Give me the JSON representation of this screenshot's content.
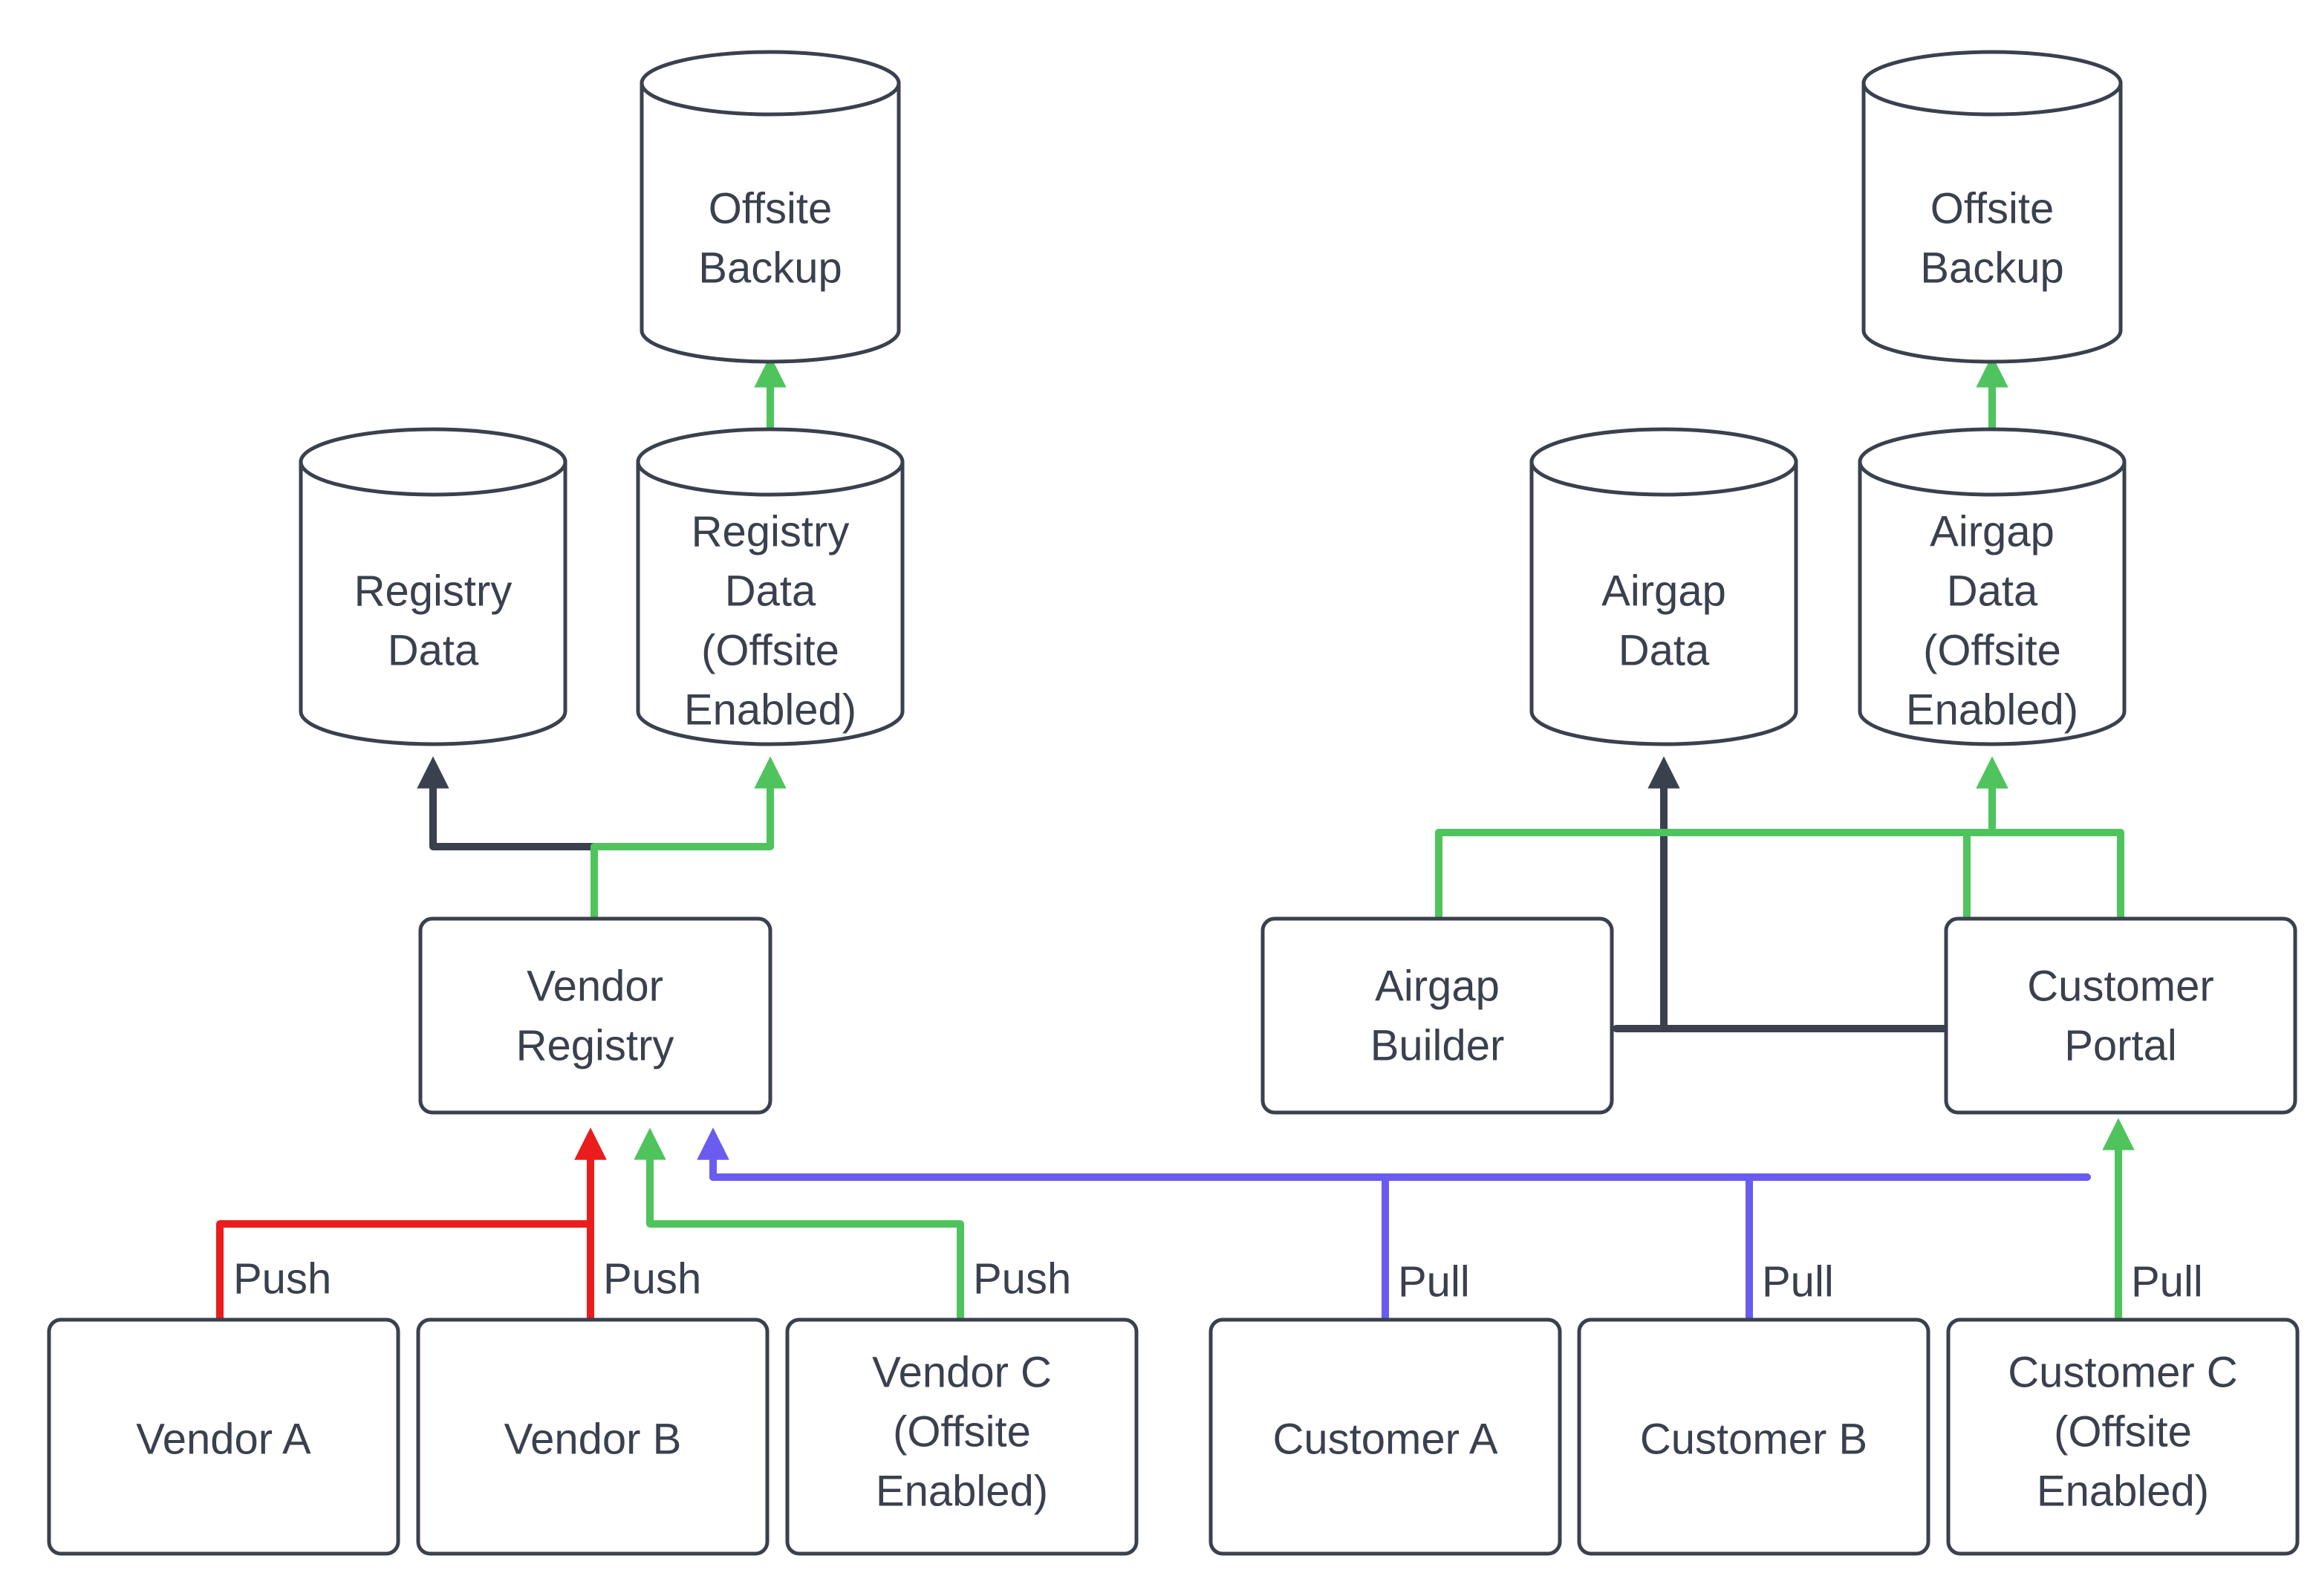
{
  "diagram": {
    "type": "flowchart",
    "title": "Vendor Registry and Customer Portal data flow with offsite backup",
    "colors": {
      "node_stroke": "#3a404e",
      "node_fill": "#ffffff",
      "text": "#3a404e",
      "flow_green": "#4fc45d",
      "flow_dark": "#3a404e",
      "flow_red": "#ea1c1c",
      "flow_blue": "#6a5cf0",
      "background": "#ffffff"
    },
    "nodes": {
      "offsite_backup_left": {
        "label": "Offsite\nBackup",
        "line1": "Offsite",
        "line2": "Backup",
        "shape": "cylinder"
      },
      "offsite_backup_right": {
        "label": "Offsite\nBackup",
        "line1": "Offsite",
        "line2": "Backup",
        "shape": "cylinder"
      },
      "registry_data": {
        "line1": "Registry",
        "line2": "Data",
        "shape": "cylinder"
      },
      "registry_data_offsite": {
        "line1": "Registry",
        "line2": "Data",
        "line3": "(Offsite",
        "line4": "Enabled)",
        "shape": "cylinder"
      },
      "airgap_data": {
        "line1": "Airgap",
        "line2": "Data",
        "shape": "cylinder"
      },
      "airgap_data_offsite": {
        "line1": "Airgap",
        "line2": "Data",
        "line3": "(Offsite",
        "line4": "Enabled)",
        "shape": "cylinder"
      },
      "vendor_registry": {
        "line1": "Vendor",
        "line2": "Registry",
        "shape": "box"
      },
      "airgap_builder": {
        "line1": "Airgap",
        "line2": "Builder",
        "shape": "box"
      },
      "customer_portal": {
        "line1": "Customer",
        "line2": "Portal",
        "shape": "box"
      },
      "vendor_a": {
        "line1": "Vendor A",
        "shape": "box"
      },
      "vendor_b": {
        "line1": "Vendor B",
        "shape": "box"
      },
      "vendor_c": {
        "line1": "Vendor C",
        "line2": "(Offsite",
        "line3": "Enabled)",
        "shape": "box"
      },
      "customer_a": {
        "line1": "Customer A",
        "shape": "box"
      },
      "customer_b": {
        "line1": "Customer B",
        "shape": "box"
      },
      "customer_c": {
        "line1": "Customer C",
        "line2": "(Offsite",
        "line3": "Enabled)",
        "shape": "box"
      }
    },
    "edge_labels": {
      "push_a": "Push",
      "push_b": "Push",
      "push_c": "Push",
      "pull_a": "Pull",
      "pull_b": "Pull",
      "pull_c": "Pull"
    },
    "edges": [
      {
        "from": "vendor_a",
        "to": "vendor_registry",
        "label": "Push",
        "color": "#ea1c1c"
      },
      {
        "from": "vendor_b",
        "to": "vendor_registry",
        "label": "Push",
        "color": "#ea1c1c"
      },
      {
        "from": "vendor_c",
        "to": "vendor_registry",
        "label": "Push",
        "color": "#4fc45d"
      },
      {
        "from": "customer_a",
        "to": "vendor_registry",
        "label": "Pull",
        "color": "#6a5cf0"
      },
      {
        "from": "customer_b",
        "to": "vendor_registry",
        "label": "Pull",
        "color": "#6a5cf0"
      },
      {
        "from": "customer_c",
        "to": "customer_portal",
        "label": "Pull",
        "color": "#4fc45d"
      },
      {
        "from": "vendor_registry",
        "to": "registry_data",
        "label": "",
        "color": "#3a404e"
      },
      {
        "from": "vendor_registry",
        "to": "registry_data_offsite",
        "label": "",
        "color": "#4fc45d"
      },
      {
        "from": "registry_data_offsite",
        "to": "offsite_backup_left",
        "label": "",
        "color": "#4fc45d"
      },
      {
        "from": "airgap_builder",
        "to": "airgap_data_offsite",
        "label": "",
        "color": "#4fc45d"
      },
      {
        "from": "customer_portal",
        "to": "airgap_data",
        "label": "",
        "color": "#3a404e"
      },
      {
        "from": "customer_portal",
        "to": "airgap_data_offsite",
        "label": "",
        "color": "#4fc45d"
      },
      {
        "from": "airgap_data_offsite",
        "to": "offsite_backup_right",
        "label": "",
        "color": "#4fc45d"
      }
    ]
  }
}
